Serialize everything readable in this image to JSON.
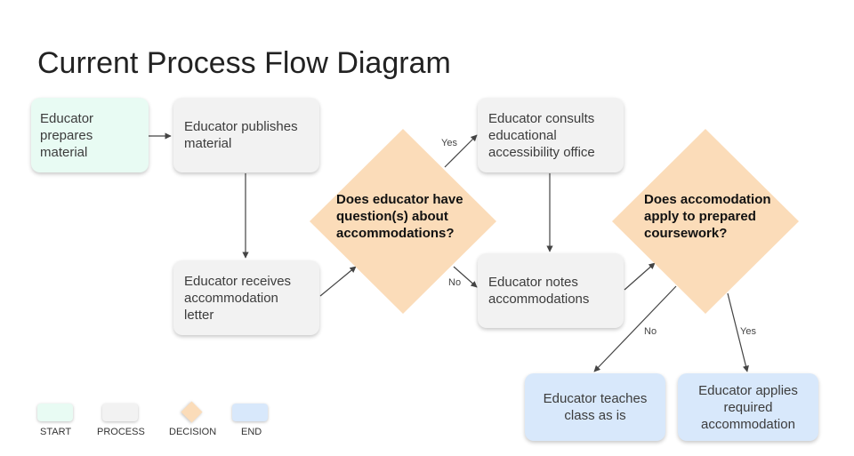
{
  "title": "Current Process Flow Diagram",
  "colors": {
    "start": "#e8fbf3",
    "process": "#f2f2f2",
    "decision": "#fbdcb9",
    "end": "#d8e8fb"
  },
  "nodes": {
    "start_prepares": "Educator prepares material",
    "publishes": "Educator publishes material",
    "receives_letter": "Educator receives accommodation letter",
    "decision_questions": "Does educator have question(s) about accommodations?",
    "consults_office": "Educator consults educational accessibility office",
    "notes_accommodations": "Educator notes accommodations",
    "decision_applies": "Does accomodation apply to prepared coursework?",
    "end_teaches": "Educator teaches class as is",
    "end_applies": "Educator applies required accommodation"
  },
  "edge_labels": {
    "yes_1": "Yes",
    "no_1": "No",
    "no_2": "No",
    "yes_2": "Yes"
  },
  "legend": {
    "start": "START",
    "process": "PROCESS",
    "decision": "DECISION",
    "end": "END"
  }
}
